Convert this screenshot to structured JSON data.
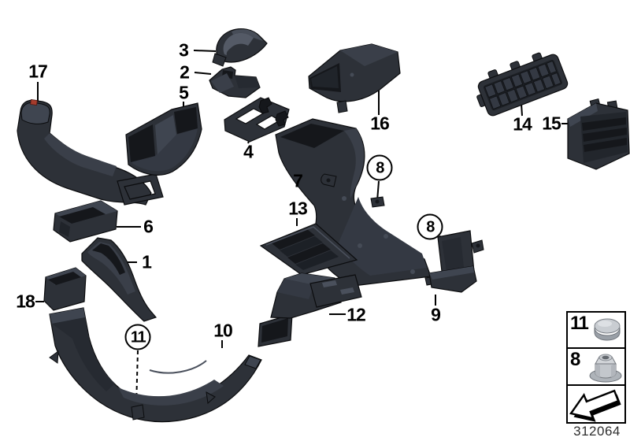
{
  "diagram": {
    "number": "312064",
    "background_color": "#ffffff",
    "part_color": "#2d3138",
    "label_color": "#000000",
    "metal_color": "#c3c7cc",
    "red_clip_color": "#a63c2c"
  },
  "callouts": [
    {
      "label": "3",
      "circled": false
    },
    {
      "label": "2",
      "circled": false
    },
    {
      "label": "5",
      "circled": false
    },
    {
      "label": "17",
      "circled": false
    },
    {
      "label": "16",
      "circled": false
    },
    {
      "label": "14",
      "circled": false
    },
    {
      "label": "15",
      "circled": false
    },
    {
      "label": "4",
      "circled": false
    },
    {
      "label": "7",
      "circled": false
    },
    {
      "label": "13",
      "circled": false
    },
    {
      "label": "8",
      "circled": true
    },
    {
      "label": "8",
      "circled": true
    },
    {
      "label": "6",
      "circled": false
    },
    {
      "label": "1",
      "circled": false
    },
    {
      "label": "18",
      "circled": false
    },
    {
      "label": "11",
      "circled": true
    },
    {
      "label": "10",
      "circled": false
    },
    {
      "label": "12",
      "circled": false
    },
    {
      "label": "9",
      "circled": false
    }
  ],
  "legend": {
    "rows": [
      {
        "label": "11",
        "icon": "blind-plug-icon"
      },
      {
        "label": "8",
        "icon": "flange-nut-icon"
      },
      {
        "label": "",
        "icon": "direction-arrow-icon"
      }
    ]
  }
}
